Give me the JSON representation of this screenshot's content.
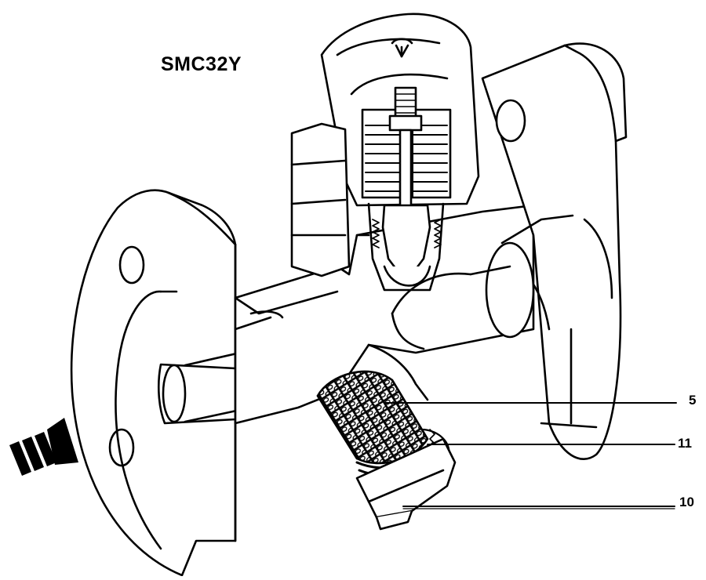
{
  "title": "SMC32Y",
  "callouts": [
    {
      "number": "5"
    },
    {
      "number": "11"
    },
    {
      "number": "10"
    }
  ],
  "colors": {
    "ink": "#000000",
    "paper": "#ffffff",
    "shade": "#d9d9d9"
  },
  "icons": [
    "flow-direction-arrow-icon",
    "strainer-screen-icon"
  ]
}
